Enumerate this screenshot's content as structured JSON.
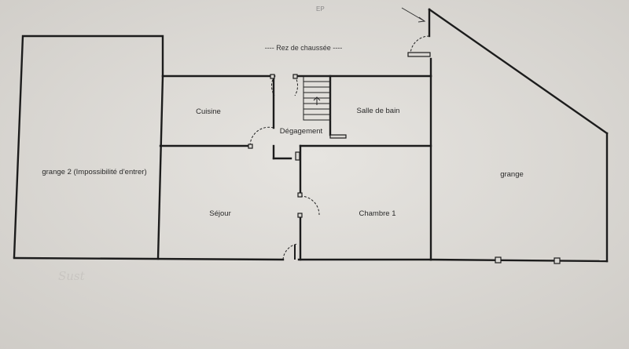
{
  "plan": {
    "level_title": "---- Rez de chaussée ----",
    "corner_mark": "EP",
    "signature": "Sust"
  },
  "rooms": [
    {
      "id": "grange2",
      "label": "grange 2 (Impossibilité d'entrer)"
    },
    {
      "id": "cuisine",
      "label": "Cuisine"
    },
    {
      "id": "degagement",
      "label": "Dégagement"
    },
    {
      "id": "salle_de_bain",
      "label": "Salle de bain"
    },
    {
      "id": "sejour",
      "label": "Séjour"
    },
    {
      "id": "chambre1",
      "label": "Chambre 1"
    },
    {
      "id": "grange",
      "label": "grange"
    }
  ],
  "colors": {
    "paper": "#d9d7d3",
    "wall": "#1c1c1c"
  }
}
